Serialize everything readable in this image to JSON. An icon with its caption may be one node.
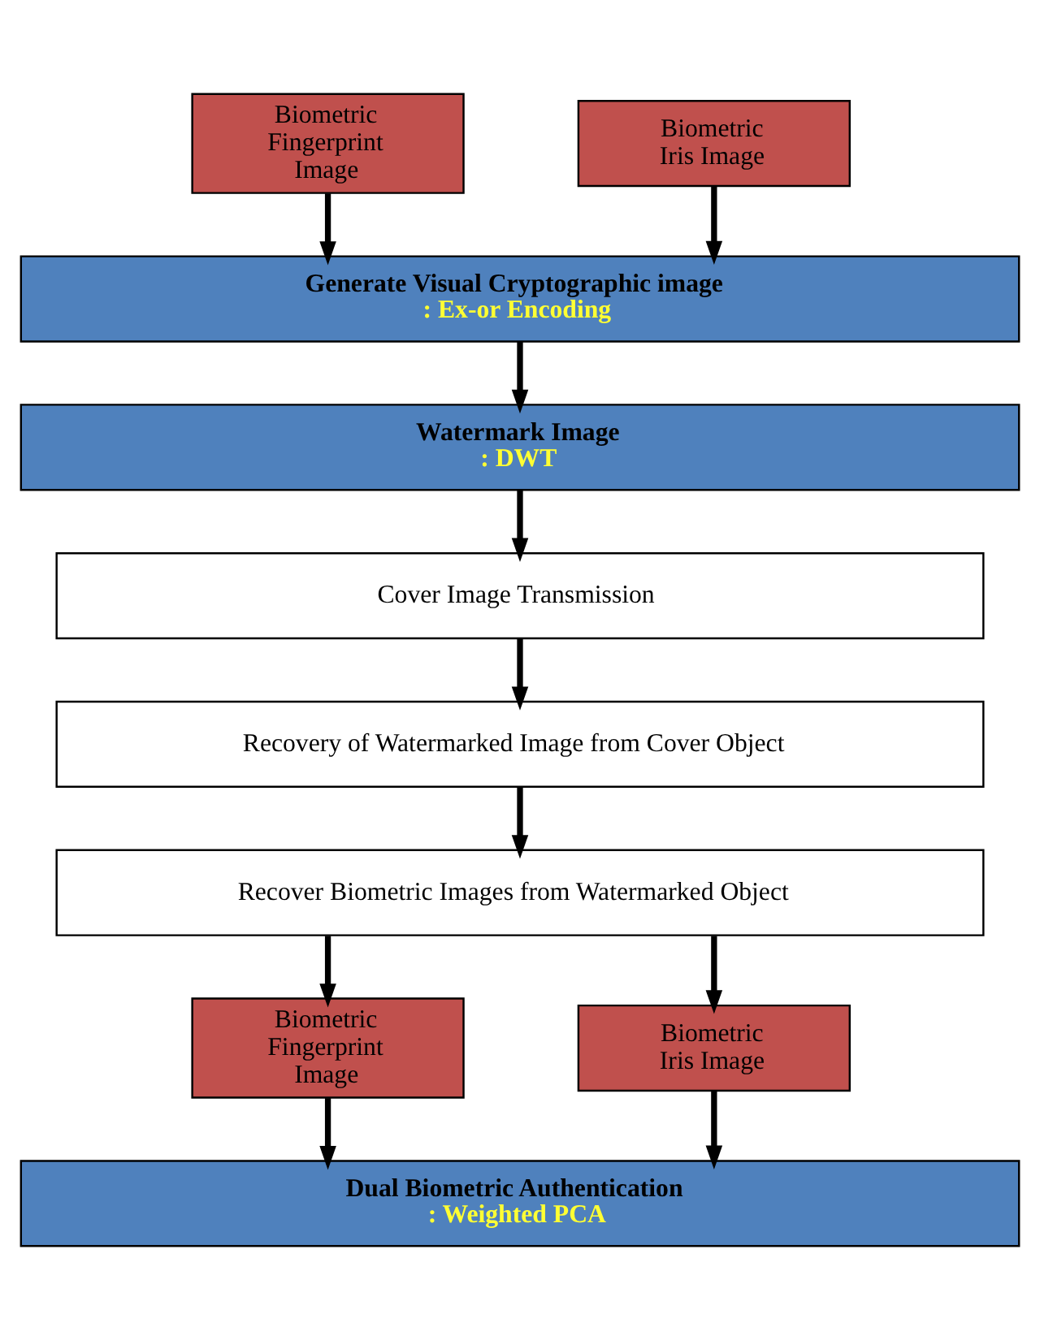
{
  "diagram": {
    "nodes": [
      {
        "text": [
          "Biometric Fingerprint Image"
        ]
      },
      {
        "text": [
          "Biometric Iris Image"
        ]
      },
      {
        "text": [
          "Generate Visual Cryptographic image",
          ": Ex-or Encoding"
        ]
      },
      {
        "text": [
          "Watermark Image",
          ": DWT"
        ]
      },
      {
        "text": [
          "Cover Image Transmission"
        ]
      },
      {
        "text": [
          "Recovery of Watermarked Image from Cover Object"
        ]
      },
      {
        "text": [
          "Recover Biometric Images from Watermarked Object"
        ]
      },
      {
        "text": [
          "Biometric Fingerprint Image"
        ]
      },
      {
        "text": [
          "Biometric Iris Image"
        ]
      },
      {
        "text": [
          "Dual Biometric Authentication",
          ": Weighted PCA"
        ]
      }
    ],
    "edges": [
      {
        "from": 0,
        "to": 2,
        "arrow": "to"
      },
      {
        "from": 1,
        "to": 2,
        "arrow": "to"
      },
      {
        "from": 2,
        "to": 3,
        "arrow": "to"
      },
      {
        "from": 3,
        "to": 4,
        "arrow": "to"
      },
      {
        "from": 4,
        "to": 5,
        "arrow": "to"
      },
      {
        "from": 5,
        "to": 6,
        "arrow": "to"
      },
      {
        "from": 6,
        "to": 7,
        "arrow": "to"
      },
      {
        "from": 6,
        "to": 8,
        "arrow": "to"
      },
      {
        "from": 7,
        "to": 9,
        "arrow": "to"
      },
      {
        "from": 8,
        "to": 9,
        "arrow": "to"
      }
    ]
  }
}
